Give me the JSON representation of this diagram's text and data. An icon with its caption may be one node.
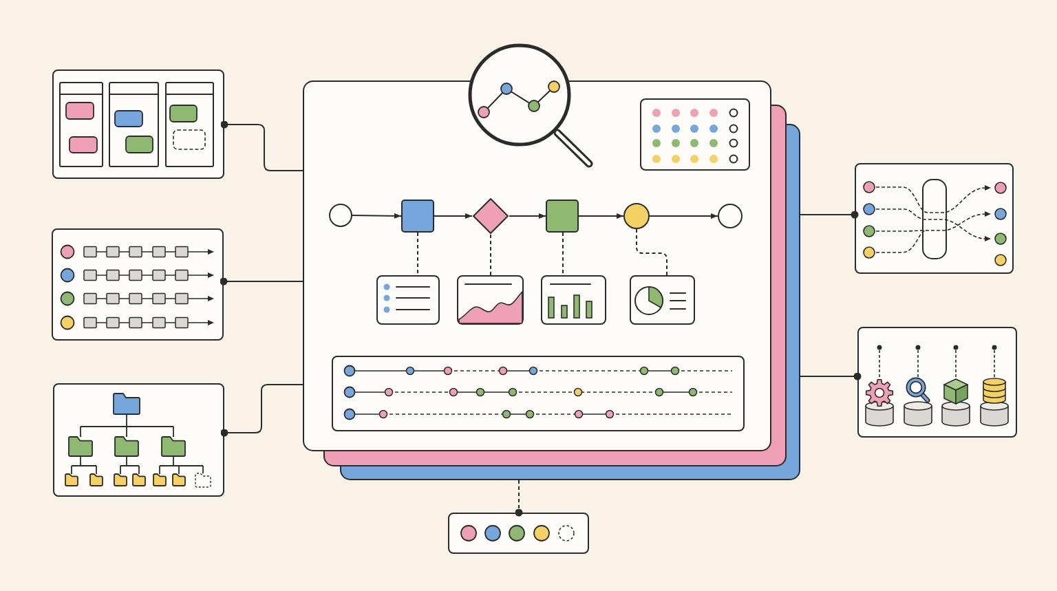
{
  "diagram": {
    "nodes": [
      {
        "text": [],
        "shape": "picture"
      },
      {
        "text": [],
        "shape": "picture"
      },
      {
        "text": [],
        "shape": "picture"
      },
      {
        "text": [],
        "shape": "box"
      },
      {
        "text": [],
        "shape": "circle",
        "in": 3
      },
      {
        "text": [],
        "shape": "box",
        "in": 3
      },
      {
        "text": [],
        "shape": "diamond",
        "in": 3
      },
      {
        "text": [],
        "shape": "box",
        "in": 3
      },
      {
        "text": [],
        "shape": "circle",
        "in": 3
      },
      {
        "text": [],
        "shape": "circle",
        "in": 3
      },
      {
        "text": [],
        "shape": "picture",
        "in": 3
      },
      {
        "text": [],
        "shape": "picture",
        "in": 3
      },
      {
        "text": [],
        "shape": "picture",
        "in": 3
      },
      {
        "text": [],
        "shape": "picture",
        "in": 3
      },
      {
        "text": [],
        "shape": "picture"
      },
      {
        "text": [],
        "shape": "picture"
      },
      {
        "text": [],
        "shape": "picture"
      }
    ],
    "edges": [
      {
        "from": 3,
        "to": 0,
        "arrow": "other"
      },
      {
        "from": 3,
        "to": 1,
        "arrow": "other"
      },
      {
        "from": 3,
        "to": 2,
        "arrow": "other"
      },
      {
        "from": 4,
        "to": 5,
        "arrow": "to"
      },
      {
        "from": 5,
        "to": 6,
        "arrow": "to"
      },
      {
        "from": 6,
        "to": 7,
        "arrow": "to"
      },
      {
        "from": 7,
        "to": 8,
        "arrow": "to"
      },
      {
        "from": 8,
        "to": 9,
        "arrow": "to"
      },
      {
        "from": 5,
        "to": 10,
        "arrow": "none",
        "style": "dashed"
      },
      {
        "from": 6,
        "to": 11,
        "arrow": "none",
        "style": "dashed"
      },
      {
        "from": 7,
        "to": 12,
        "arrow": "none",
        "style": "dashed"
      },
      {
        "from": 8,
        "to": 13,
        "arrow": "none",
        "style": "dashed"
      },
      {
        "from": 3,
        "to": 14,
        "arrow": "other"
      },
      {
        "from": 3,
        "to": 15,
        "arrow": "other"
      },
      {
        "from": 3,
        "to": 16,
        "arrow": "other",
        "style": "dashed"
      }
    ]
  }
}
